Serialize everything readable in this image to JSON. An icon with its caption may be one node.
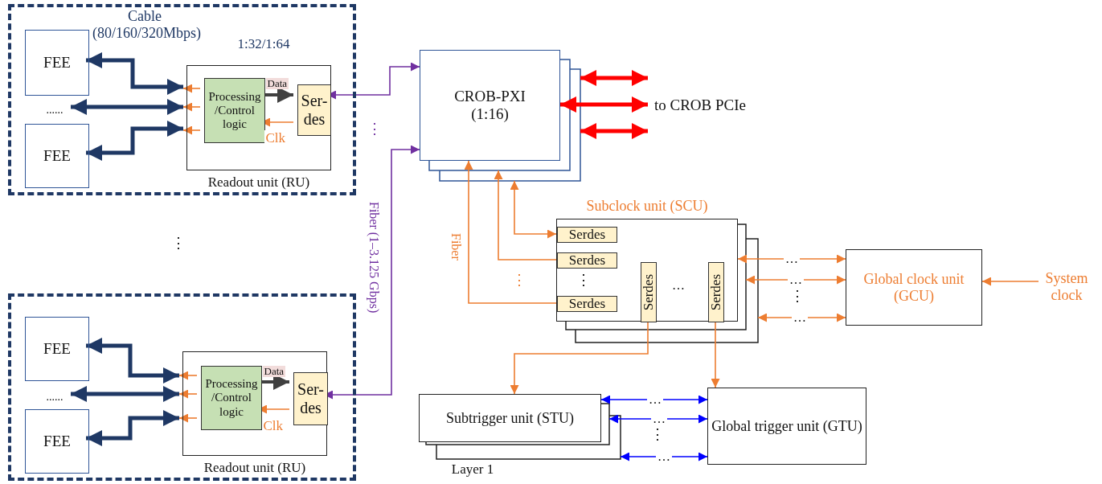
{
  "diagram": {
    "nodes": [
      {
        "text": [],
        "shape": "box"
      },
      {
        "text": [
          "FEE"
        ],
        "in": 0
      },
      {
        "text": [
          "......"
        ],
        "in": 0
      },
      {
        "text": [
          "FEE"
        ],
        "in": 0
      },
      {
        "text": [
          "Readout unit (RU)"
        ],
        "in": 0
      },
      {
        "text": [
          "Processing /Control logic"
        ],
        "in": 4
      },
      {
        "text": [
          "Ser- des"
        ],
        "in": 4
      },
      {
        "text": [],
        "shape": "box"
      },
      {
        "text": [
          "FEE"
        ],
        "in": 7
      },
      {
        "text": [
          "......"
        ],
        "in": 7
      },
      {
        "text": [
          "FEE"
        ],
        "in": 7
      },
      {
        "text": [
          "Readout unit (RU)"
        ],
        "in": 7
      },
      {
        "text": [
          "Processing /Control logic"
        ],
        "in": 11
      },
      {
        "text": [
          "Ser- des"
        ],
        "in": 11
      },
      {
        "text": [
          "CROB-PXI (1:16)"
        ]
      },
      {
        "text": [
          "to CROB PCIe"
        ]
      },
      {
        "text": [
          "Subclock unit (SCU)"
        ]
      },
      {
        "text": [
          "Serdes"
        ],
        "in": 16
      },
      {
        "text": [
          "Serdes"
        ],
        "in": 16
      },
      {
        "text": [
          "Serdes"
        ],
        "in": 16
      },
      {
        "text": [
          "Serdes"
        ],
        "in": 16
      },
      {
        "text": [
          "Serdes"
        ],
        "in": 16
      },
      {
        "text": [
          "Global clock unit (GCU)"
        ]
      },
      {
        "text": [
          "System clock"
        ]
      },
      {
        "text": [
          "Subtrigger unit (STU)"
        ],
        "beside": [
          "Layer 1"
        ]
      },
      {
        "text": [
          "Global trigger unit (GTU)"
        ]
      }
    ],
    "edges": [
      {
        "from": 1,
        "to": 4,
        "arrow": "both",
        "style": "thick",
        "color": "#1f3864"
      },
      {
        "from": 2,
        "to": 4,
        "arrow": "both",
        "style": "thick",
        "color": "#1f3864"
      },
      {
        "from": 3,
        "to": 4,
        "arrow": "both",
        "style": "thick",
        "color": "#1f3864"
      },
      {
        "from": 5,
        "to": 4,
        "arrow": "to"
      },
      {
        "from": 5,
        "to": 4,
        "arrow": "to"
      },
      {
        "from": 5,
        "to": 4,
        "arrow": "to"
      },
      {
        "from": 5,
        "to": 6,
        "arrow": "to",
        "label": "Data",
        "style": "thick",
        "color": "#404040"
      },
      {
        "from": 6,
        "to": 5,
        "arrow": "to",
        "label": "Clk"
      },
      {
        "from": 8,
        "to": 11,
        "arrow": "both",
        "style": "thick",
        "color": "#1f3864"
      },
      {
        "from": 9,
        "to": 11,
        "arrow": "both",
        "style": "thick",
        "color": "#1f3864"
      },
      {
        "from": 10,
        "to": 11,
        "arrow": "both",
        "style": "thick",
        "color": "#1f3864"
      },
      {
        "from": 12,
        "to": 11,
        "arrow": "to"
      },
      {
        "from": 12,
        "to": 11,
        "arrow": "to"
      },
      {
        "from": 12,
        "to": 11,
        "arrow": "to"
      },
      {
        "from": 12,
        "to": 13,
        "arrow": "to",
        "label": "Data",
        "style": "thick",
        "color": "#404040"
      },
      {
        "from": 13,
        "to": 12,
        "arrow": "to",
        "label": "Clk"
      },
      {
        "from": 6,
        "to": 14,
        "arrow": "both",
        "color": "#7030a0"
      },
      {
        "from": 13,
        "to": 14,
        "arrow": "both",
        "label": "Fiber (1–3.125 Gbps)",
        "color": "#7030a0"
      },
      {
        "from": 14,
        "to": 15,
        "arrow": "both",
        "style": "thick",
        "color": "#ff0000"
      },
      {
        "from": 14,
        "to": 15,
        "arrow": "both",
        "style": "thick",
        "color": "#ff0000"
      },
      {
        "from": 14,
        "to": 15,
        "arrow": "both",
        "style": "thick",
        "color": "#ff0000"
      },
      {
        "from": 14,
        "to": 17,
        "arrow": "both"
      },
      {
        "from": 18,
        "to": 14,
        "arrow": "to"
      },
      {
        "from": 19,
        "to": 14,
        "arrow": "to",
        "label": "Fiber"
      },
      {
        "from": 16,
        "to": 22,
        "arrow": "both",
        "label": "…"
      },
      {
        "from": 16,
        "to": 22,
        "arrow": "both",
        "label": "…"
      },
      {
        "from": 16,
        "to": 22,
        "arrow": "both",
        "label": "…"
      },
      {
        "from": 23,
        "to": 22,
        "arrow": "to"
      },
      {
        "from": 20,
        "to": 24,
        "arrow": "to"
      },
      {
        "from": 21,
        "to": 25,
        "arrow": "to"
      },
      {
        "from": 24,
        "to": 25,
        "arrow": "both",
        "label": "…",
        "color": "#0000ff"
      },
      {
        "from": 24,
        "to": 25,
        "arrow": "both",
        "label": "…",
        "color": "#0000ff"
      },
      {
        "from": 24,
        "to": 25,
        "arrow": "both",
        "label": "…",
        "color": "#0000ff"
      }
    ],
    "labels": [
      "Cable (80/160/320Mbps)",
      "1:32/1:64",
      "⋮",
      "⋮",
      "⋮",
      "⋮",
      "…",
      "⋮",
      "⋮"
    ]
  }
}
